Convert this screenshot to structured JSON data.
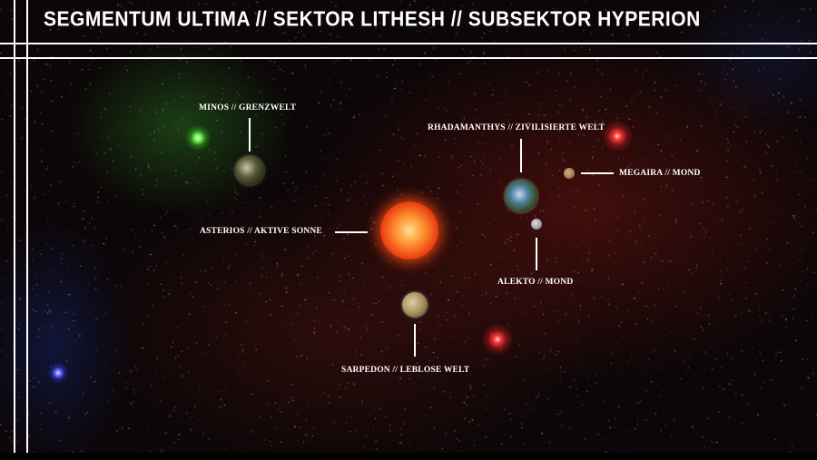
{
  "header": {
    "title": "SEGMENTUM ULTIMA // SEKTOR LITHESH // SUBSEKTOR HYPERION"
  },
  "bodies": [
    {
      "id": "minos",
      "label": "MINOS // GRENZWELT",
      "type": "planet",
      "color": "#4a4a30"
    },
    {
      "id": "rhadamanthys",
      "label": "RHADAMANTHYS // ZIVILISIERTE WELT",
      "type": "planet",
      "color": "#3a6a80"
    },
    {
      "id": "megaira",
      "label": "MEGAIRA // MOND",
      "type": "moon",
      "color": "#a08050"
    },
    {
      "id": "asterios",
      "label": "ASTERIOS // AKTIVE SONNE",
      "type": "sun",
      "color": "#ff5a1a"
    },
    {
      "id": "alekto",
      "label": "ALEKTO // MOND",
      "type": "moon",
      "color": "#b0b0b0"
    },
    {
      "id": "sarpedon",
      "label": "SARPEDON // LEBLOSE WELT",
      "type": "planet",
      "color": "#b0a070"
    }
  ],
  "colors": {
    "green_star": "#7dff5a",
    "red_star": "#ff3a3a",
    "blue_star": "#6a6aff"
  }
}
